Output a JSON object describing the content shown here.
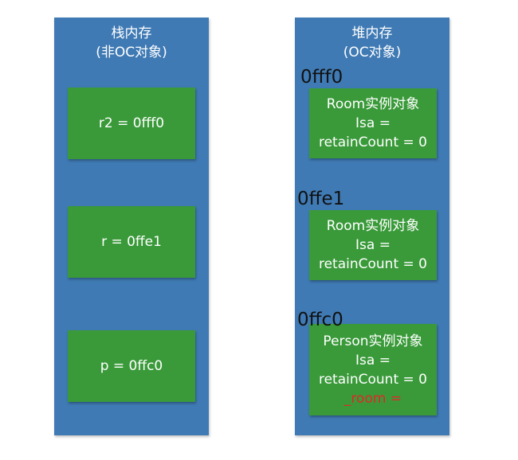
{
  "stack": {
    "title_line1": "栈内存",
    "title_line2": "(非OC对象)",
    "boxes": [
      {
        "text": "r2 = 0fff0"
      },
      {
        "text": "r = 0ffe1"
      },
      {
        "text": "p = 0ffc0"
      }
    ]
  },
  "heap": {
    "title_line1": "堆内存",
    "title_line2": "(OC对象)",
    "objects": [
      {
        "address": "0fff0",
        "title": "Room实例对象",
        "isa": "Isa =",
        "retain": "retainCount = 0"
      },
      {
        "address": "0ffe1",
        "title": "Room实例对象",
        "isa": "Isa =",
        "retain": "retainCount = 0"
      },
      {
        "address": "0ffc0",
        "title": "Person实例对象",
        "isa": "Isa =",
        "retain": "retainCount = 0",
        "extra": "_room ="
      }
    ]
  },
  "colors": {
    "column": "#3f7ab4",
    "box": "#3a9a3a",
    "text": "#ffffff",
    "warning": "#e02828"
  }
}
